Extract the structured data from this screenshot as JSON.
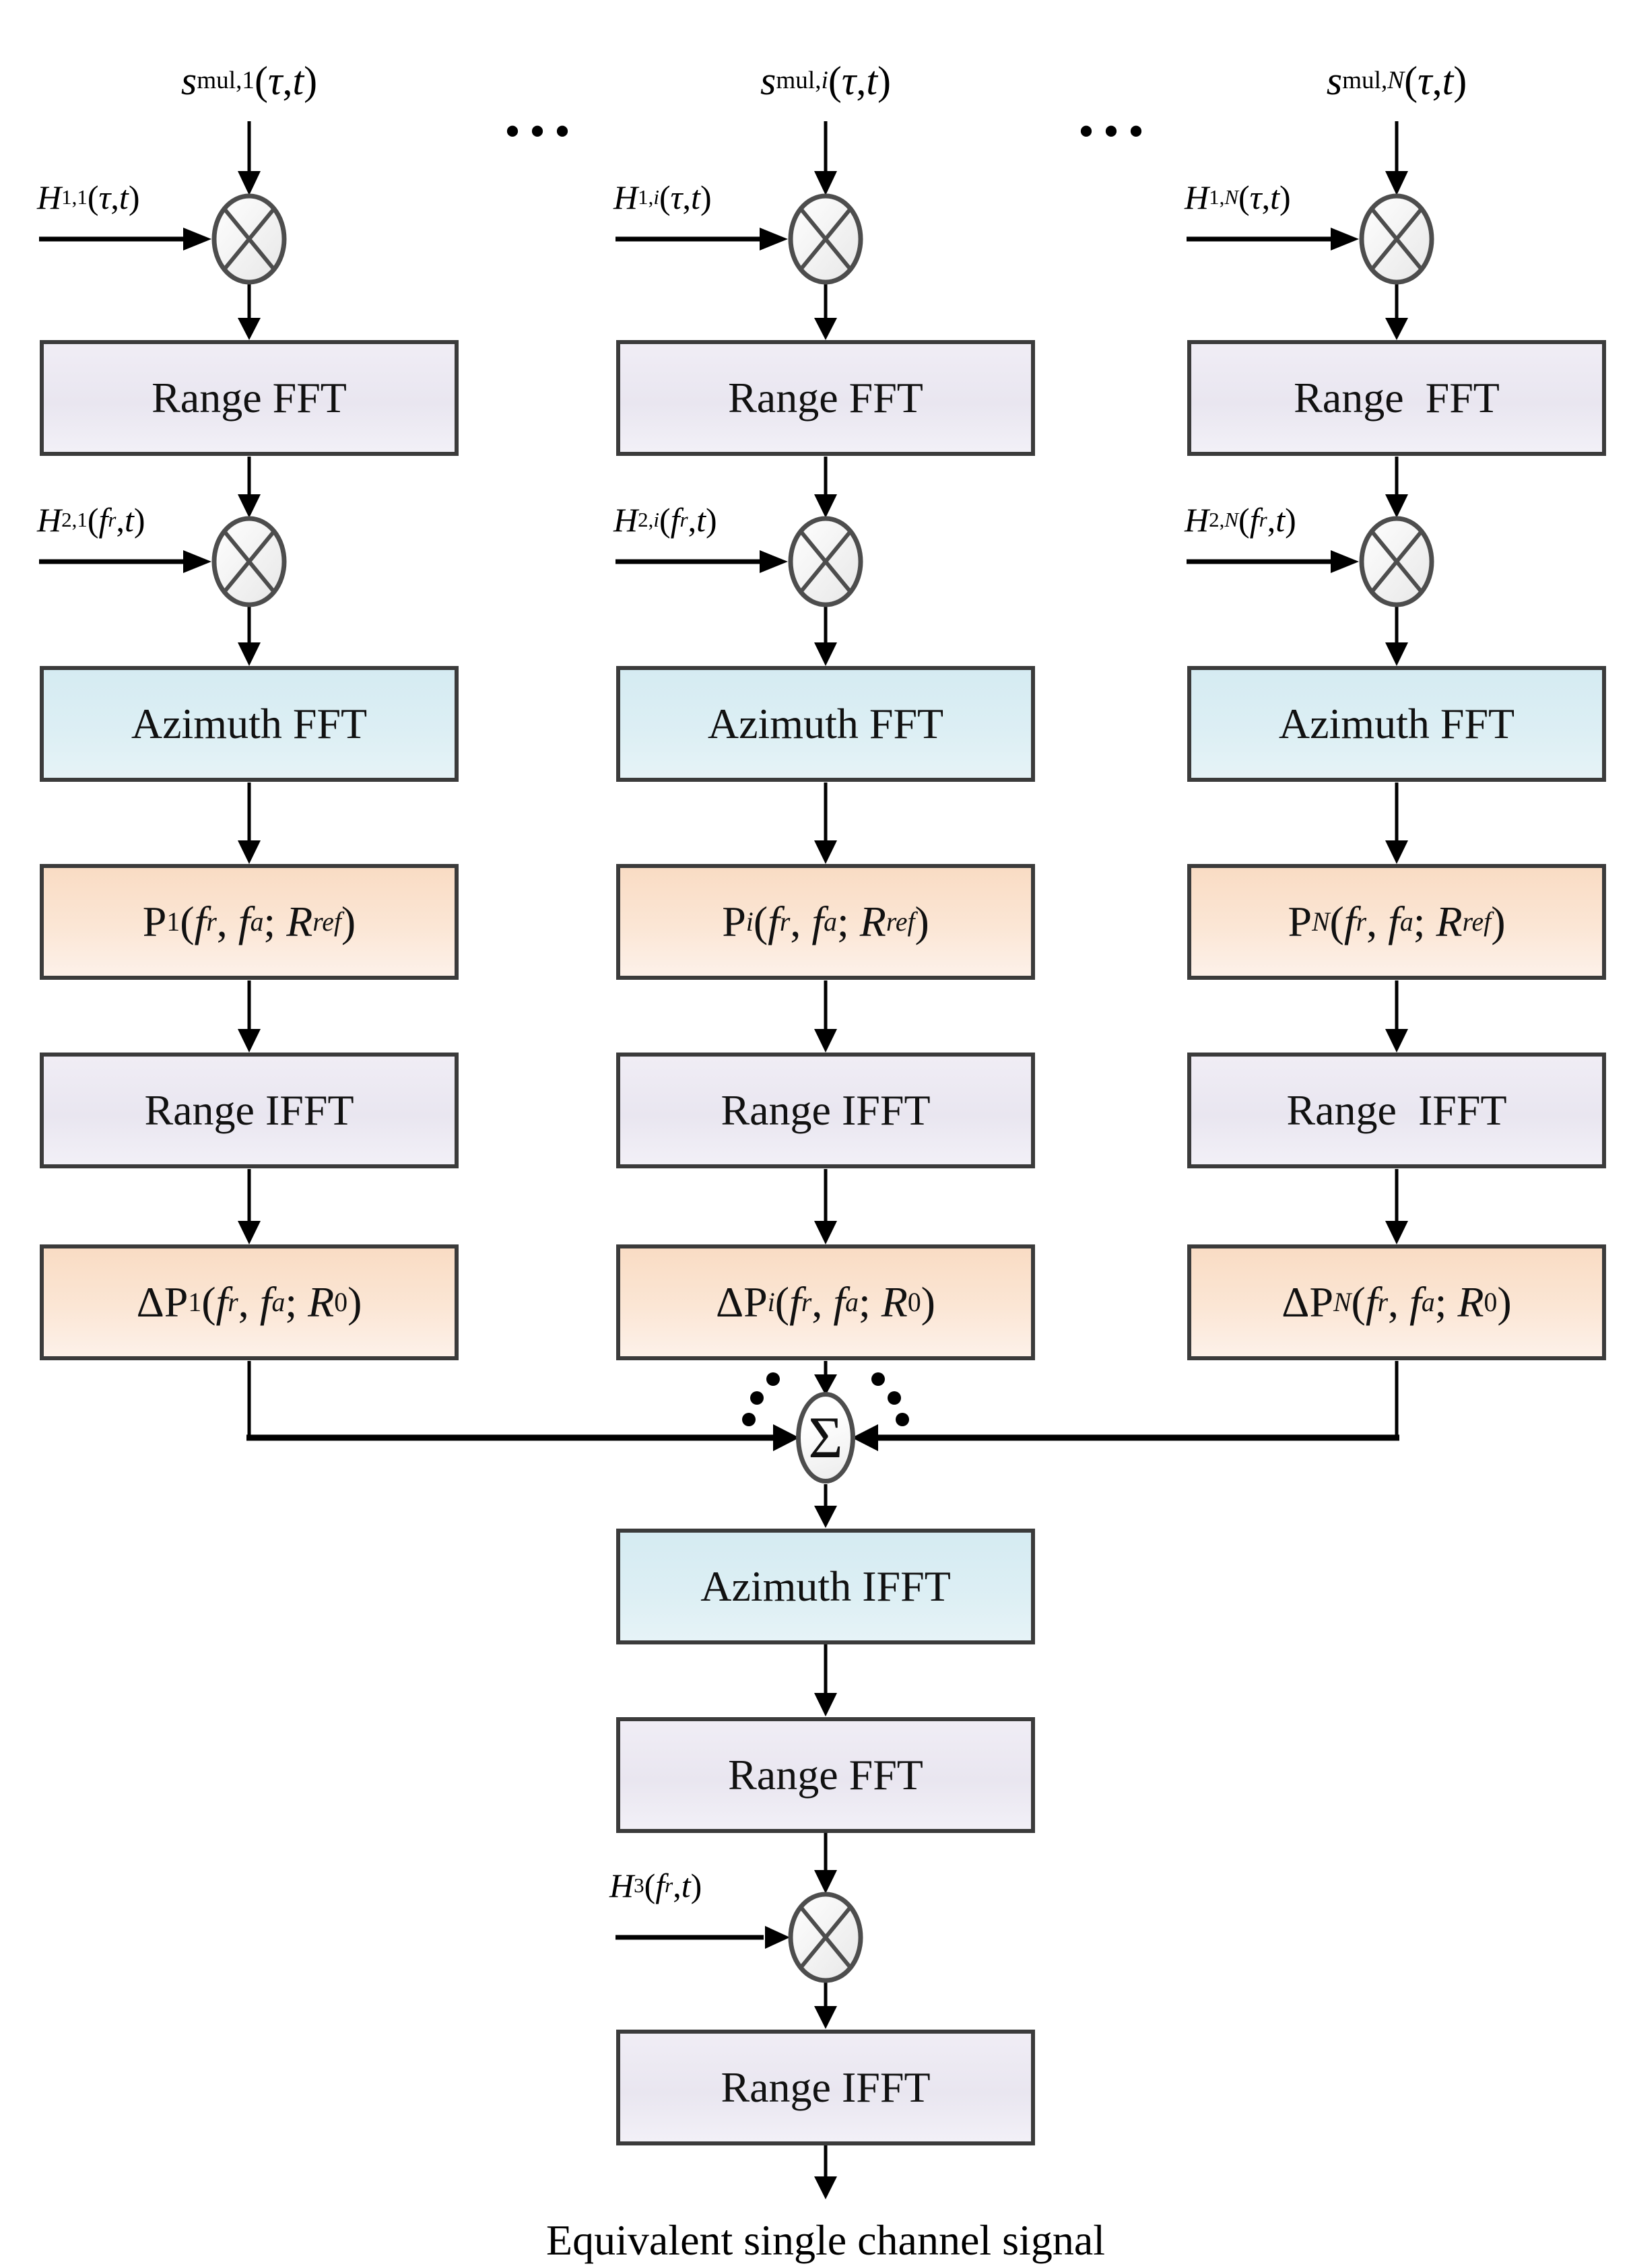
{
  "figure": {
    "columns": [
      {
        "signal_html": "<i>s</i><sub>mul,1</sub>(<i>&#964;</i>,<i>t</i>)",
        "h1_html": "<i>H</i><sub>1,1</sub>(<i>&#964;</i>,<i>t</i>)",
        "range_fft_label": "Range FFT",
        "h2_html": "<i>H</i><sub>2,1</sub>(<i>f</i><sub><i>r</i></sub>,<i>t</i>)",
        "azimuth_fft_label": "Azimuth FFT",
        "p_html": "P<sub>1</sub>(<i>f</i><sub><i>r</i></sub>, <i>f</i><sub><i>a</i></sub>; <i>R</i><sub><i>ref</i></sub>)",
        "range_ifft_label": "Range IFFT",
        "dp_html": "&#916;P<sub>1</sub>(<i>f</i><sub><i>r</i></sub>, <i>f</i><sub><i>a</i></sub>; <i>R</i><sub>0</sub>)"
      },
      {
        "signal_html": "<i>s</i><sub>mul,<i>i</i></sub>(<i>&#964;</i>,<i>t</i>)",
        "h1_html": "<i>H</i><sub>1,<i>i</i></sub>(<i>&#964;</i>,<i>t</i>)",
        "range_fft_label": "Range FFT",
        "h2_html": "<i>H</i><sub>2,<i>i</i></sub>(<i>f</i><sub><i>r</i></sub>,<i>t</i>)",
        "azimuth_fft_label": "Azimuth FFT",
        "p_html": "P<sub><i>i</i></sub>(<i>f</i><sub><i>r</i></sub>, <i>f</i><sub><i>a</i></sub>; <i>R</i><sub><i>ref</i></sub>)",
        "range_ifft_label": "Range IFFT",
        "dp_html": "&#916;P<sub><i>i</i></sub>(<i>f</i><sub><i>r</i></sub>, <i>f</i><sub><i>a</i></sub>; <i>R</i><sub>0</sub>)"
      },
      {
        "signal_html": "<i>s</i><sub>mul,<i>N</i></sub>(<i>&#964;</i>,<i>t</i>)",
        "h1_html": "<i>H</i><sub>1,<i>N</i></sub>(<i>&#964;</i>,<i>t</i>)",
        "range_fft_label": "Range  FFT",
        "h2_html": "<i>H</i><sub>2,<i>N</i></sub>(<i>f</i><sub><i>r</i></sub>,<i>t</i>)",
        "azimuth_fft_label": "Azimuth FFT",
        "p_html": "P<sub><i>N</i></sub>(<i>f</i><sub><i>r</i></sub>, <i>f</i><sub><i>a</i></sub>; <i>R</i><sub><i>ref</i></sub>)",
        "range_ifft_label": "Range  IFFT",
        "dp_html": "&#916;P<sub><i>N</i></sub>(<i>f</i><sub><i>r</i></sub>, <i>f</i><sub><i>a</i></sub>; <i>R</i><sub>0</sub>)"
      }
    ],
    "ellipsis_dots": "•••",
    "sum_symbol": "Σ",
    "multiplier_symbol": "⊗",
    "bottom": {
      "azimuth_ifft_label": "Azimuth IFFT",
      "range_fft_label": "Range FFT",
      "h3_html": "<i>H</i><sub>3</sub>(<i>f</i><sub><i>r</i></sub>,<i>t</i>)",
      "range_ifft_label": "Range IFFT",
      "output_label": "Equivalent single channel signal"
    },
    "colors": {
      "fft_box_fill": "#ECE9F2",
      "azimuth_box_fill": "#D9EDF3",
      "phase_box_fill": "#FBE3D1",
      "box_border": "#3B3B3B",
      "node_stroke": "#4D4D4D",
      "line_color": "#000000"
    }
  }
}
